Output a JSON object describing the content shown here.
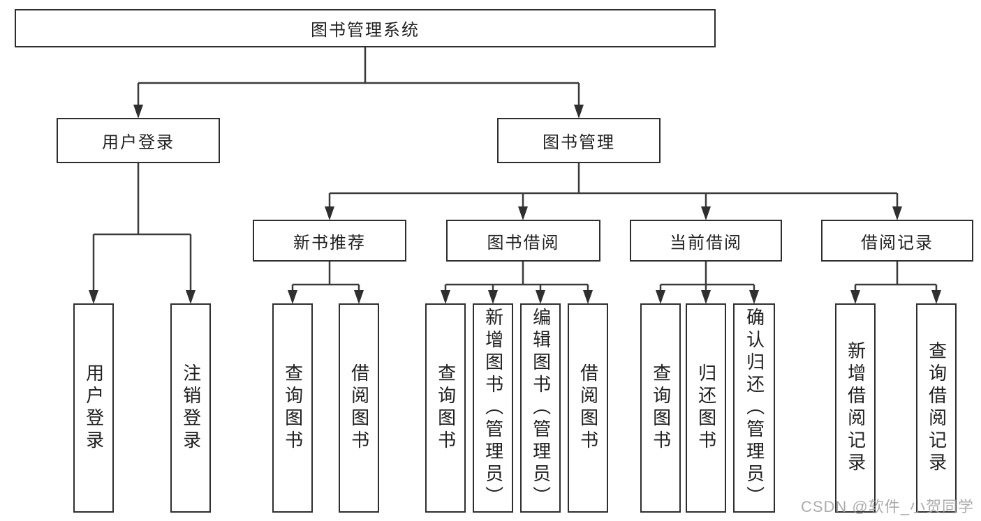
{
  "watermark": {
    "text": "CSDN @软件_小贺同学"
  },
  "colors": {
    "line": "#3a3a3a",
    "arrow": "#2f2f2f",
    "border": "#2e2e2e",
    "text": "#1f1f1f",
    "background": "#ffffff",
    "watermark": "#9e9e9e"
  },
  "tree": {
    "label": "图书管理系统",
    "children": [
      {
        "label": "用户登录",
        "children": [
          {
            "label": "用户登录"
          },
          {
            "label": "注销登录"
          }
        ]
      },
      {
        "label": "图书管理",
        "children": [
          {
            "label": "新书推荐",
            "children": [
              {
                "label": "查询图书"
              },
              {
                "label": "借阅图书"
              }
            ]
          },
          {
            "label": "图书借阅",
            "children": [
              {
                "label": "查询图书"
              },
              {
                "label": "新增图书（管理员）"
              },
              {
                "label": "编辑图书（管理员）"
              },
              {
                "label": "借阅图书"
              }
            ]
          },
          {
            "label": "当前借阅",
            "children": [
              {
                "label": "查询图书"
              },
              {
                "label": "归还图书"
              },
              {
                "label": "确认归还（管理员）"
              }
            ]
          },
          {
            "label": "借阅记录",
            "children": [
              {
                "label": "新增借阅记录"
              },
              {
                "label": "查询借阅记录"
              }
            ]
          }
        ]
      }
    ]
  }
}
